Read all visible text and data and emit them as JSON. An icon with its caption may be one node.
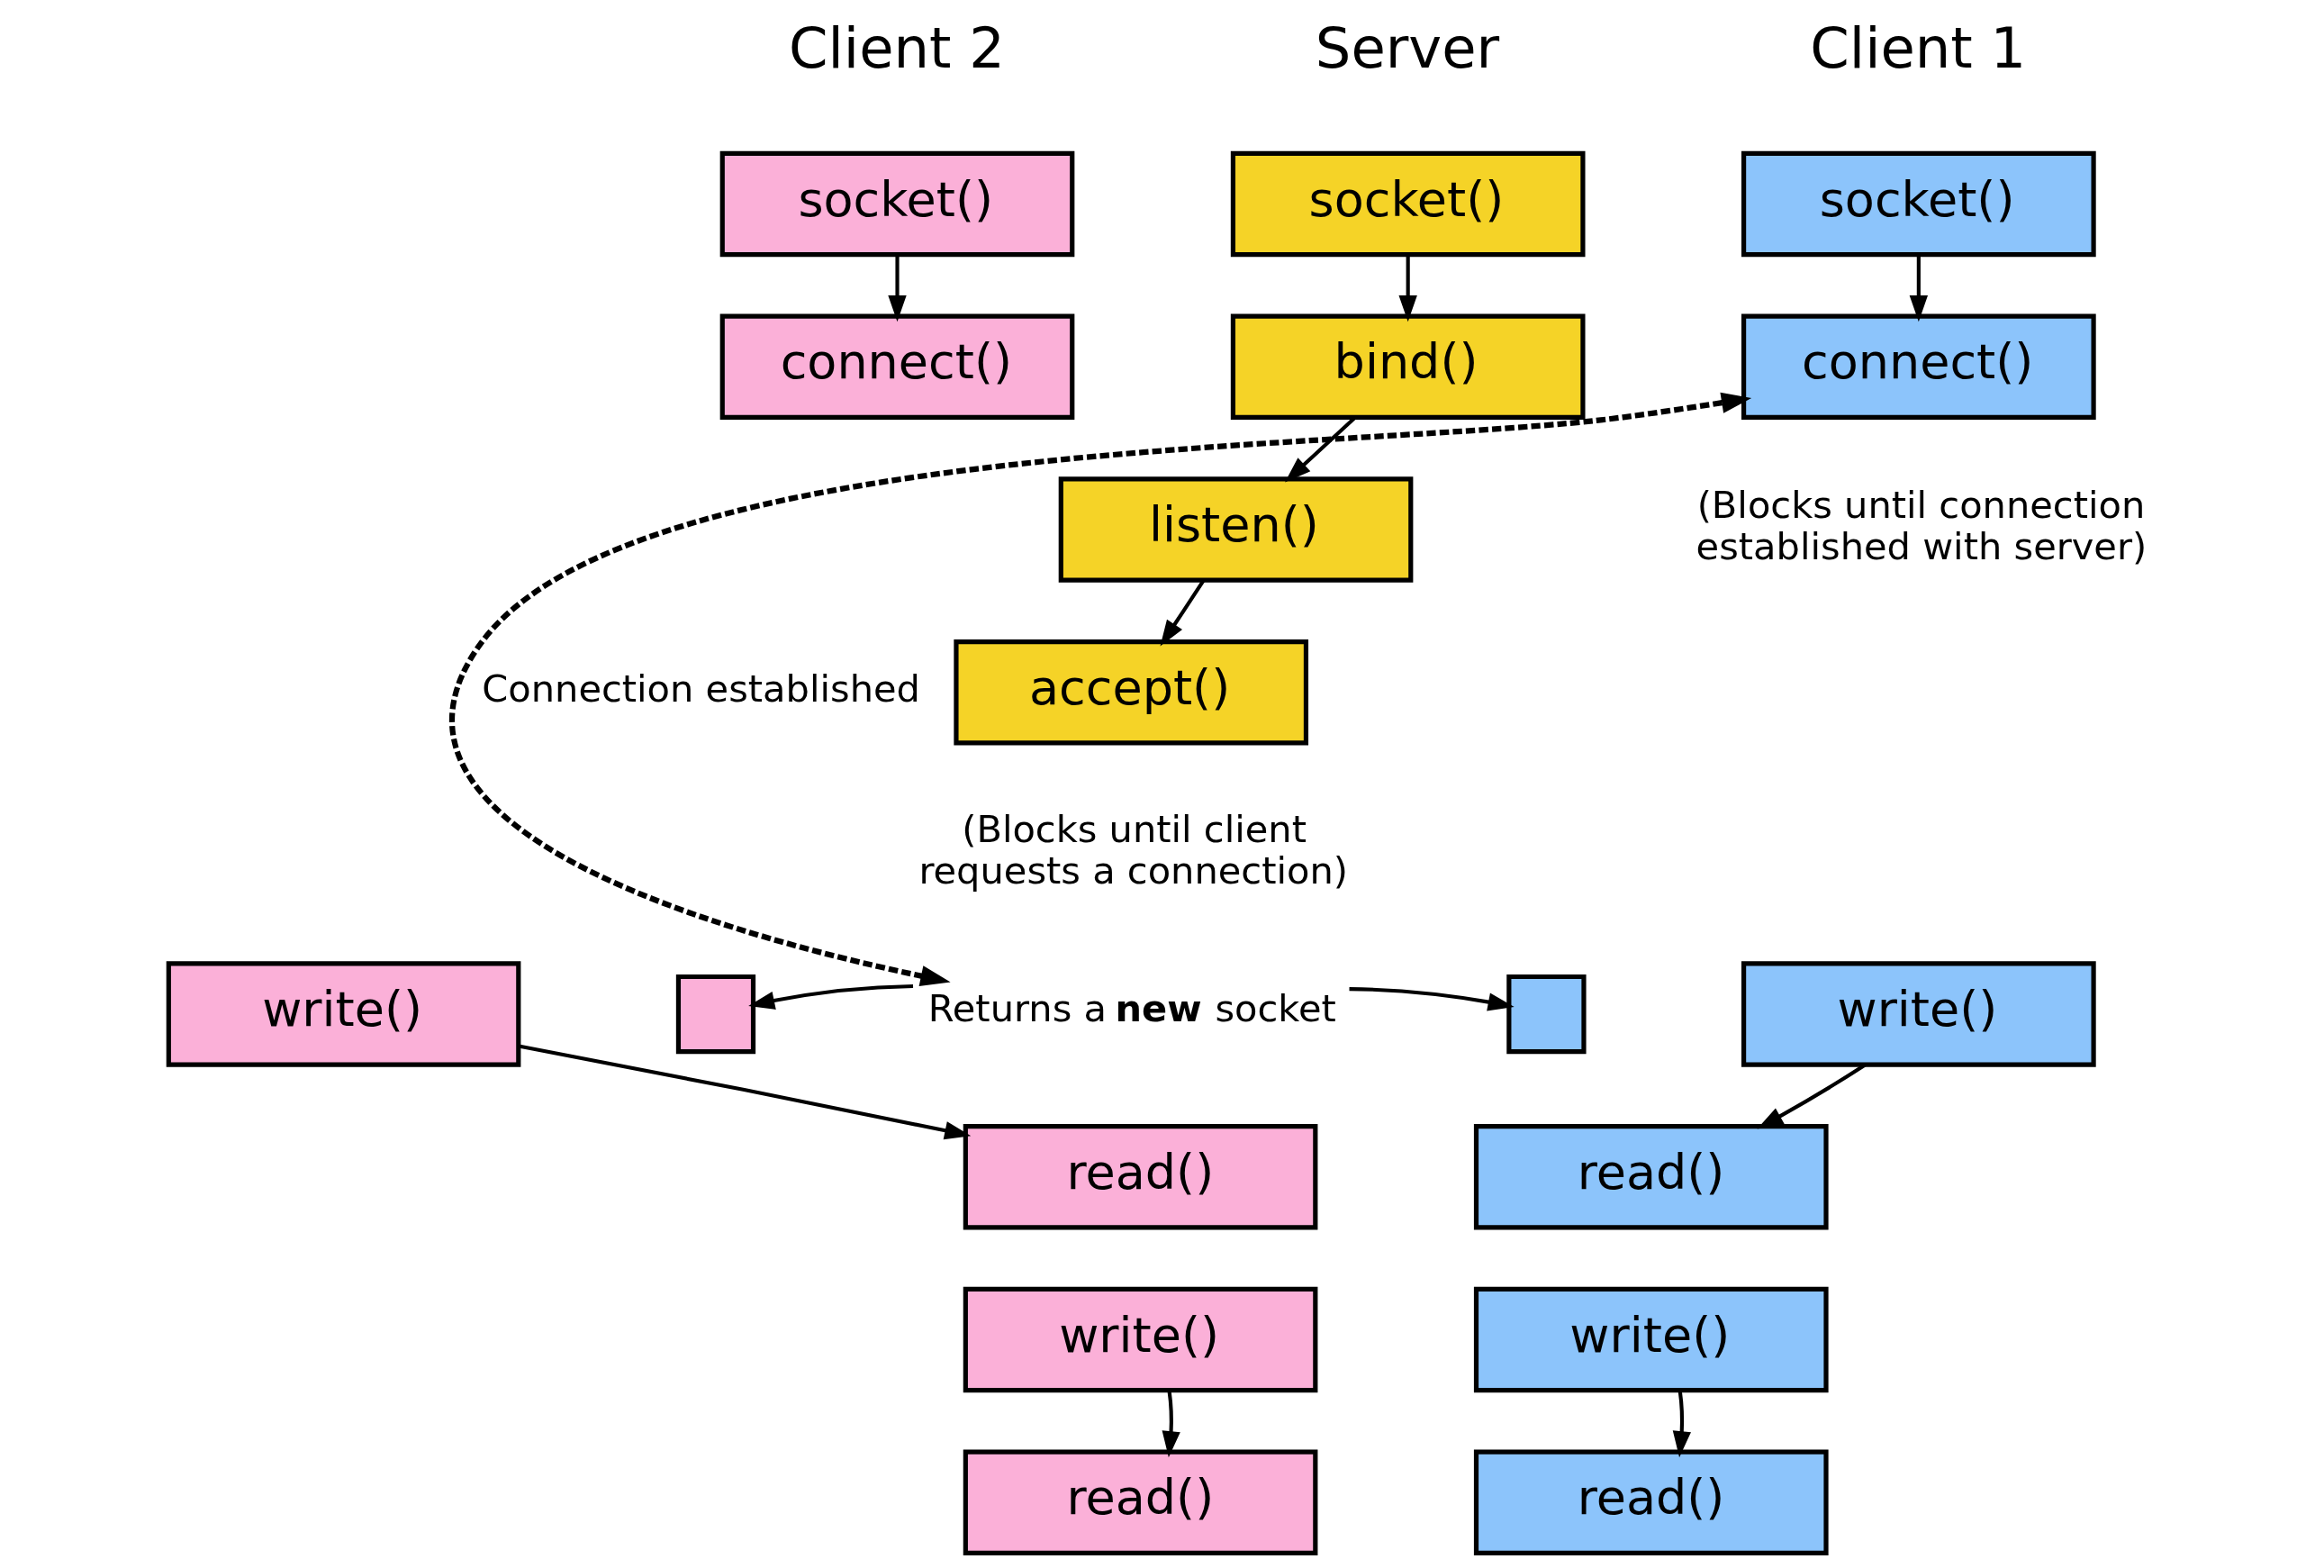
{
  "diagram": {
    "nodes": [
      {
        "text": [
          "socket()"
        ]
      },
      {
        "text": [
          "connect()"
        ]
      },
      {
        "text": [
          "socket()"
        ]
      },
      {
        "text": [
          "bind()"
        ]
      },
      {
        "text": [
          "listen()"
        ]
      },
      {
        "text": [
          "accept()"
        ],
        "beside": [
          "(Blocks until client requests a connection)"
        ]
      },
      {
        "text": [
          "socket()"
        ]
      },
      {
        "text": [
          "connect()"
        ],
        "beside": [
          "(Blocks until connection established with server)"
        ]
      },
      {
        "text": [],
        "shape": "box"
      },
      {
        "text": [
          "Returns a **new** socket"
        ]
      },
      {
        "text": [],
        "shape": "box"
      },
      {
        "text": [
          "write()"
        ]
      },
      {
        "text": [
          "read()"
        ]
      },
      {
        "text": [
          "read()"
        ]
      },
      {
        "text": [
          "write()"
        ]
      },
      {
        "text": [
          "write()"
        ]
      },
      {
        "text": [
          "write()"
        ]
      },
      {
        "text": [
          "read()"
        ]
      },
      {
        "text": [
          "read()"
        ]
      }
    ],
    "edges": [
      {
        "from": 0,
        "to": 1,
        "arrow": "to"
      },
      {
        "from": 2,
        "to": 3,
        "arrow": "to"
      },
      {
        "from": 3,
        "to": 4,
        "arrow": "to"
      },
      {
        "from": 4,
        "to": 5,
        "arrow": "to"
      },
      {
        "from": 6,
        "to": 7,
        "arrow": "to"
      },
      {
        "from": 9,
        "to": 7,
        "arrow": "both",
        "style": "dashed",
        "label": "Connection established"
      },
      {
        "from": 9,
        "to": 8,
        "arrow": "to"
      },
      {
        "from": 9,
        "to": 10,
        "arrow": "to"
      },
      {
        "from": 11,
        "to": 12,
        "arrow": "to"
      },
      {
        "from": 14,
        "to": 13,
        "arrow": "to"
      },
      {
        "from": 15,
        "to": 17,
        "arrow": "to"
      },
      {
        "from": 16,
        "to": 18,
        "arrow": "to"
      }
    ],
    "labels": [
      "Client 2",
      "Server",
      "Client 1"
    ]
  }
}
